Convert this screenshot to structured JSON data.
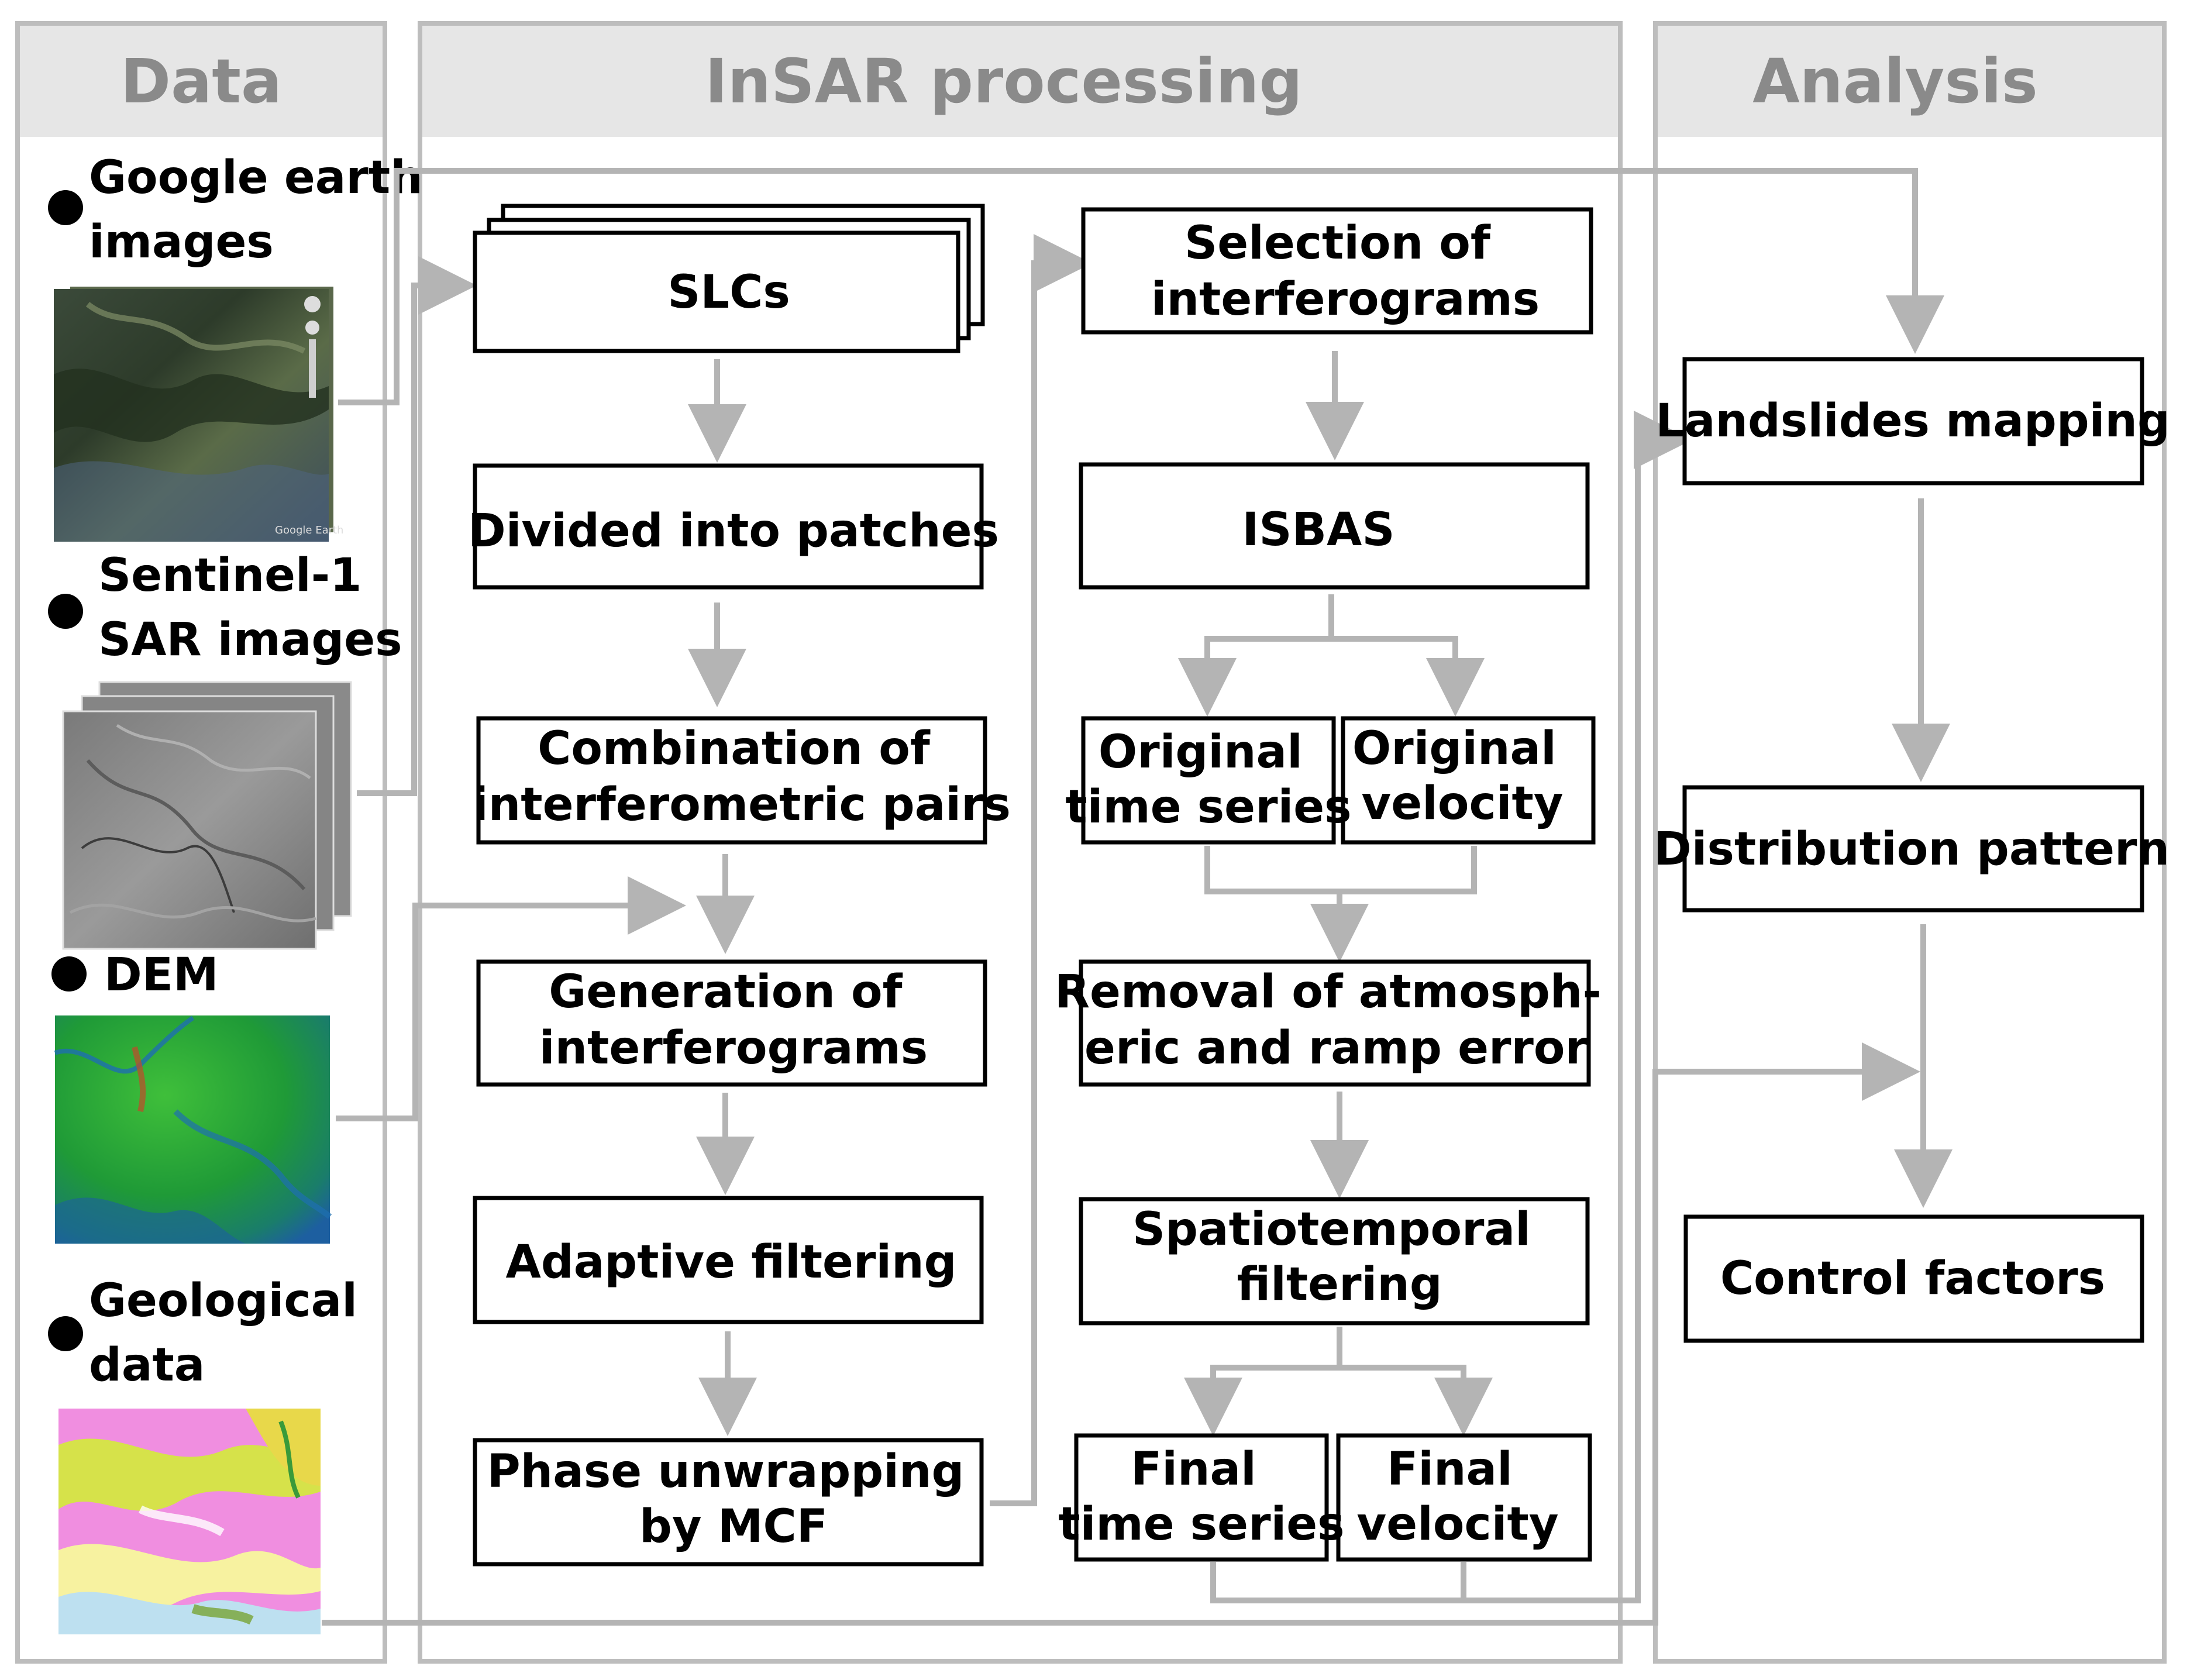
{
  "columns": {
    "data": "Data",
    "insar": "InSAR processing",
    "analysis": "Analysis"
  },
  "inputs": [
    {
      "id": "google",
      "lines": [
        "Google earth",
        "images"
      ]
    },
    {
      "id": "sentinel",
      "lines": [
        "Sentinel-1",
        "SAR images"
      ]
    },
    {
      "id": "dem",
      "lines": [
        "DEM"
      ]
    },
    {
      "id": "geology",
      "lines": [
        "Geological",
        "data"
      ]
    }
  ],
  "image_watermark": "Google Earth",
  "insar_left": [
    {
      "id": "slcs",
      "lines": [
        "SLCs"
      ]
    },
    {
      "id": "patches",
      "lines": [
        "Divided into patches"
      ]
    },
    {
      "id": "combination",
      "lines": [
        "Combination of",
        "interferometric pairs"
      ]
    },
    {
      "id": "generation",
      "lines": [
        "Generation of",
        "interferograms"
      ]
    },
    {
      "id": "adaptive",
      "lines": [
        "Adaptive filtering"
      ]
    },
    {
      "id": "unwrapping",
      "lines": [
        "Phase unwrapping",
        "by MCF"
      ]
    }
  ],
  "insar_right": [
    {
      "id": "selection",
      "lines": [
        "Selection of",
        "interferograms"
      ]
    },
    {
      "id": "isbas",
      "lines": [
        "ISBAS"
      ]
    },
    {
      "id": "orig_ts",
      "lines": [
        "Original",
        "time series"
      ]
    },
    {
      "id": "orig_vel",
      "lines": [
        "Original",
        "velocity"
      ]
    },
    {
      "id": "removal",
      "lines": [
        "Removal of atmosph-",
        "eric and ramp error"
      ]
    },
    {
      "id": "spatio",
      "lines": [
        "Spatiotemporal",
        "filtering"
      ]
    },
    {
      "id": "final_ts",
      "lines": [
        "Final",
        "time series"
      ]
    },
    {
      "id": "final_vel",
      "lines": [
        "Final",
        "velocity"
      ]
    }
  ],
  "analysis": [
    {
      "id": "mapping",
      "lines": [
        "Landslides mapping"
      ]
    },
    {
      "id": "distribution",
      "lines": [
        "Distribution pattern"
      ]
    },
    {
      "id": "factors",
      "lines": [
        "Control factors"
      ]
    }
  ],
  "colors": {
    "panel_border": "#bdbdbd",
    "header_fill": "#e6e6e6",
    "header_text": "#8a8a8a",
    "arrow": "#b4b4b4",
    "box_border": "#000000"
  }
}
